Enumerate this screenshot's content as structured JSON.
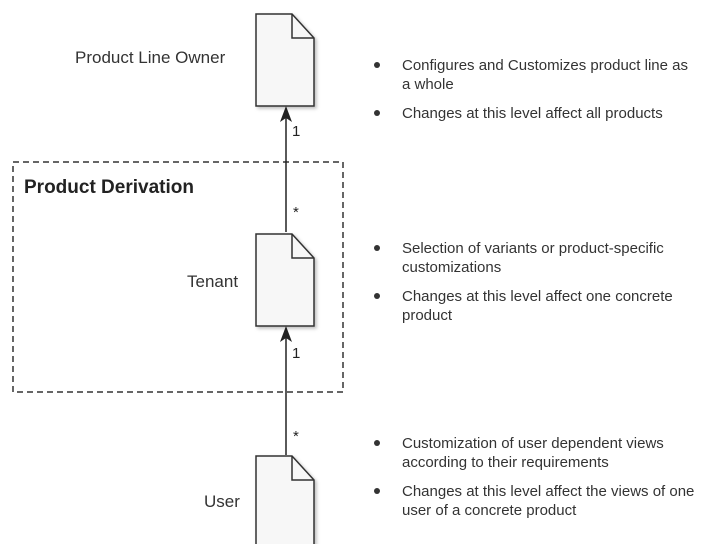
{
  "group": {
    "title": "Product Derivation"
  },
  "levels": [
    {
      "label": "Product Line Owner",
      "bullets": [
        "Configures and Customizes product line as a whole",
        "Changes at this level affect all products"
      ]
    },
    {
      "label": "Tenant",
      "bullets": [
        "Selection of variants or product-specific customizations",
        "Changes at this level affect one concrete product"
      ]
    },
    {
      "label": "User",
      "bullets": [
        "Customization of user dependent views according to their requirements",
        "Changes at this level affect the views of one user of a concrete product"
      ]
    }
  ],
  "edges": [
    {
      "from": "Tenant",
      "to": "Product Line Owner",
      "source_multiplicity": "*",
      "target_multiplicity": "1"
    },
    {
      "from": "User",
      "to": "Tenant",
      "source_multiplicity": "*",
      "target_multiplicity": "1"
    }
  ]
}
